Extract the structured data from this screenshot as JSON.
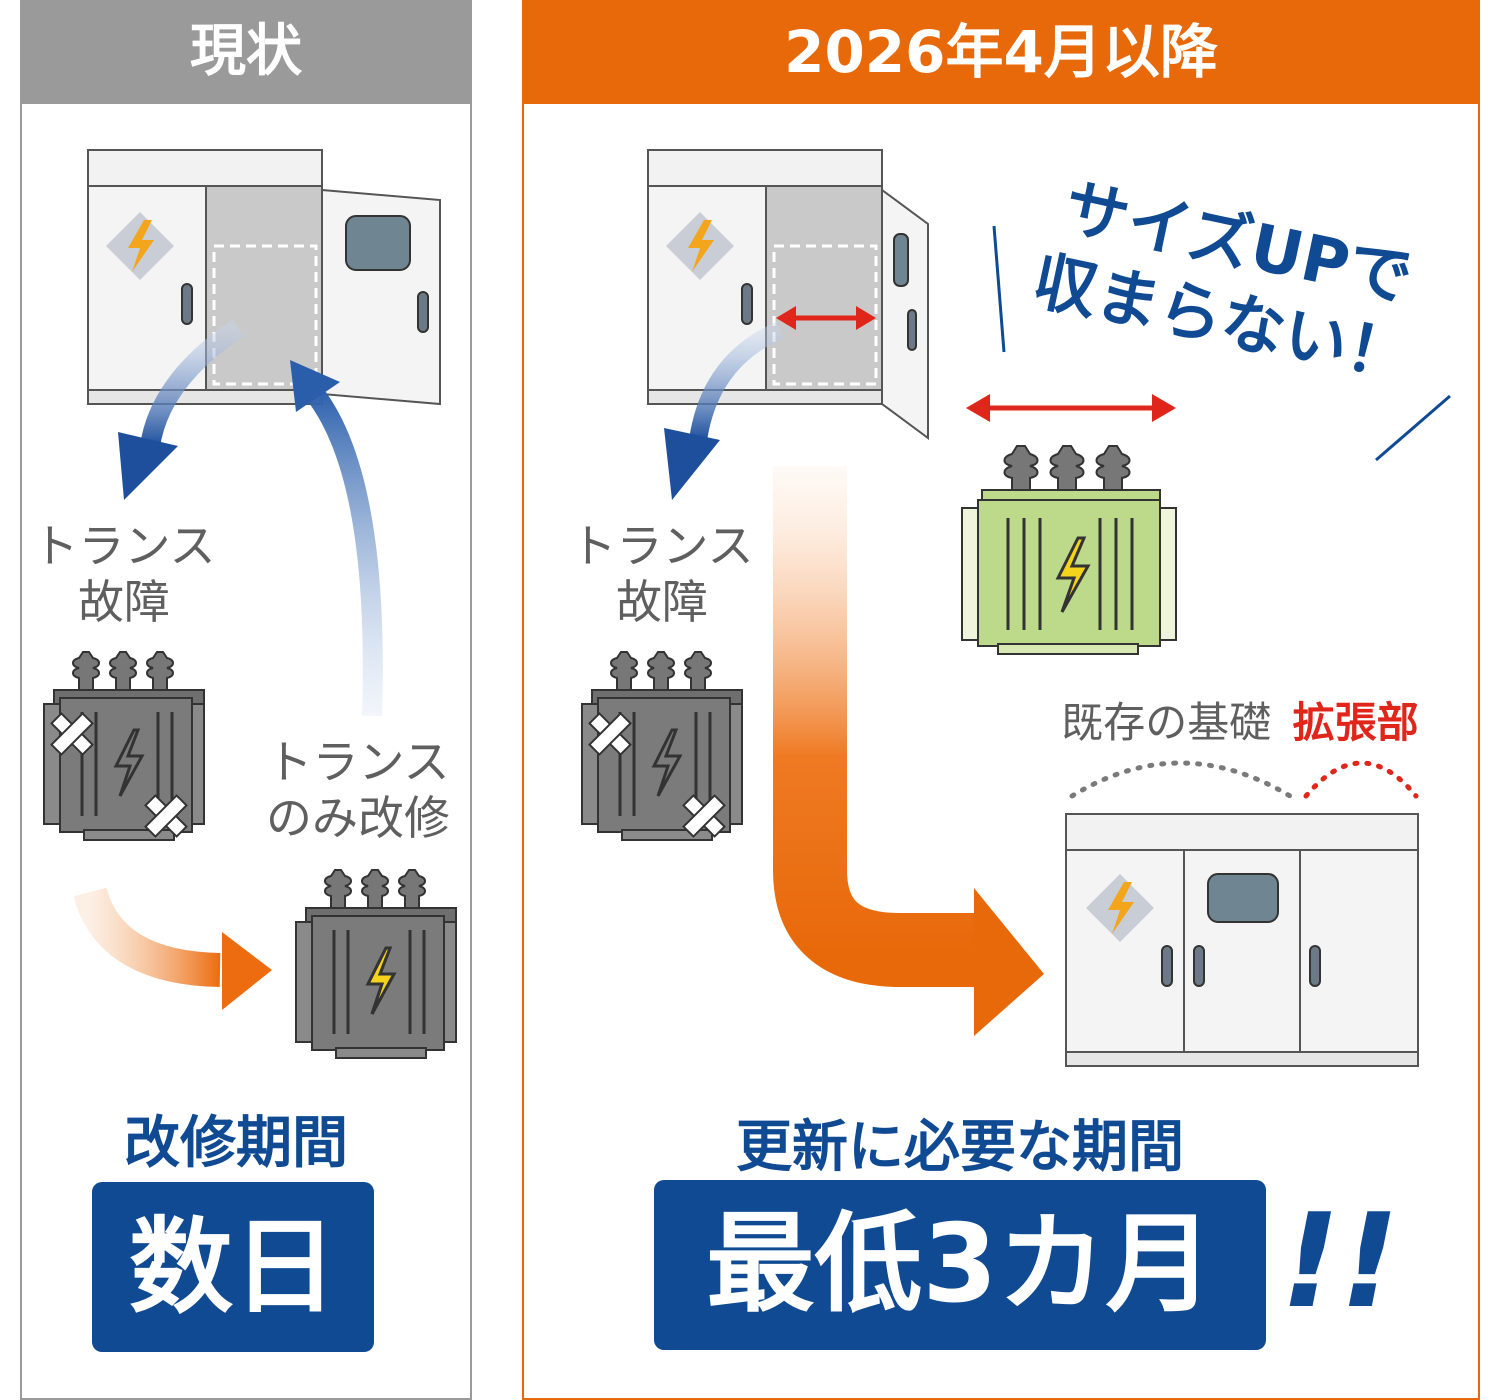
{
  "left": {
    "header": "現状",
    "failure_label": [
      "トランス",
      "故障"
    ],
    "repair_label": [
      "トランス",
      "のみ改修"
    ],
    "period_label": "改修期間",
    "period_value": "数日"
  },
  "right": {
    "header": "2026年4月以降",
    "failure_label": [
      "トランス",
      "故障"
    ],
    "callout": [
      "サイズUPで",
      "収まらない！"
    ],
    "foundation_existing": "既存の基礎",
    "foundation_extension": "拡張部",
    "period_label": "更新に必要な期間",
    "period_value": "最低3カ月",
    "exclaim": "!!"
  },
  "colors": {
    "left_header": "#9a9a9a",
    "right_header": "#e8690a",
    "brand_blue": "#0f4a93",
    "alert_red": "#e0261b",
    "new_transformer": "#bdd98a",
    "lightning": "#f5d21b"
  },
  "icons": [
    "cubicle-icon",
    "transformer-icon",
    "lightning-icon",
    "broken-tape-icon"
  ]
}
